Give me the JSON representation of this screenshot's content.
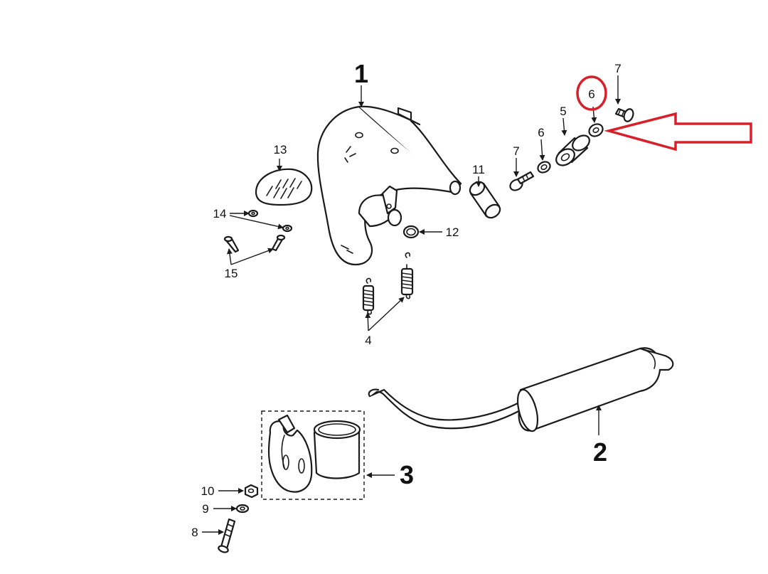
{
  "accent_color": "#d8202a",
  "labels": {
    "p1": "1",
    "p2": "2",
    "p3": "3",
    "p4": "4",
    "p5": "5",
    "p6a": "6",
    "p6b": "6",
    "p7a": "7",
    "p7b": "7",
    "p8": "8",
    "p9": "9",
    "p10": "10",
    "p11": "11",
    "p12": "12",
    "p13": "13",
    "p14": "14",
    "p15": "15"
  },
  "highlight": {
    "part": "6",
    "circle_color": "#d8202a",
    "arrow_color": "#d8202a"
  }
}
